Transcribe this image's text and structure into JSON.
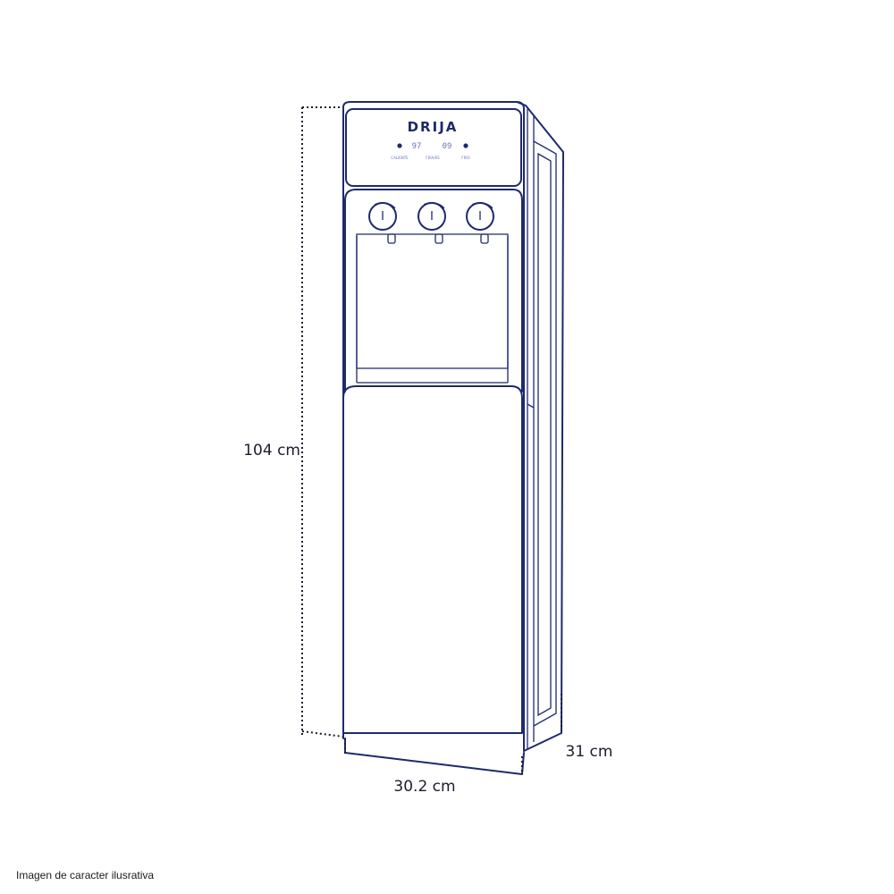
{
  "product": {
    "brand": "DRIJA",
    "panel": {
      "left_readout": "97",
      "right_readout": "09",
      "label_left": "CALIENTE",
      "label_center": "FRIA/ES",
      "label_right": "FRIO"
    },
    "faucet_count": 3
  },
  "dimensions": {
    "height": "104 cm",
    "width": "30.2 cm",
    "depth": "31 cm"
  },
  "caption": "Imagen de caracter ilusrativa",
  "colors": {
    "outline": "#1e2a6b",
    "dimension_text": "#1c1c2e",
    "background": "#ffffff"
  }
}
